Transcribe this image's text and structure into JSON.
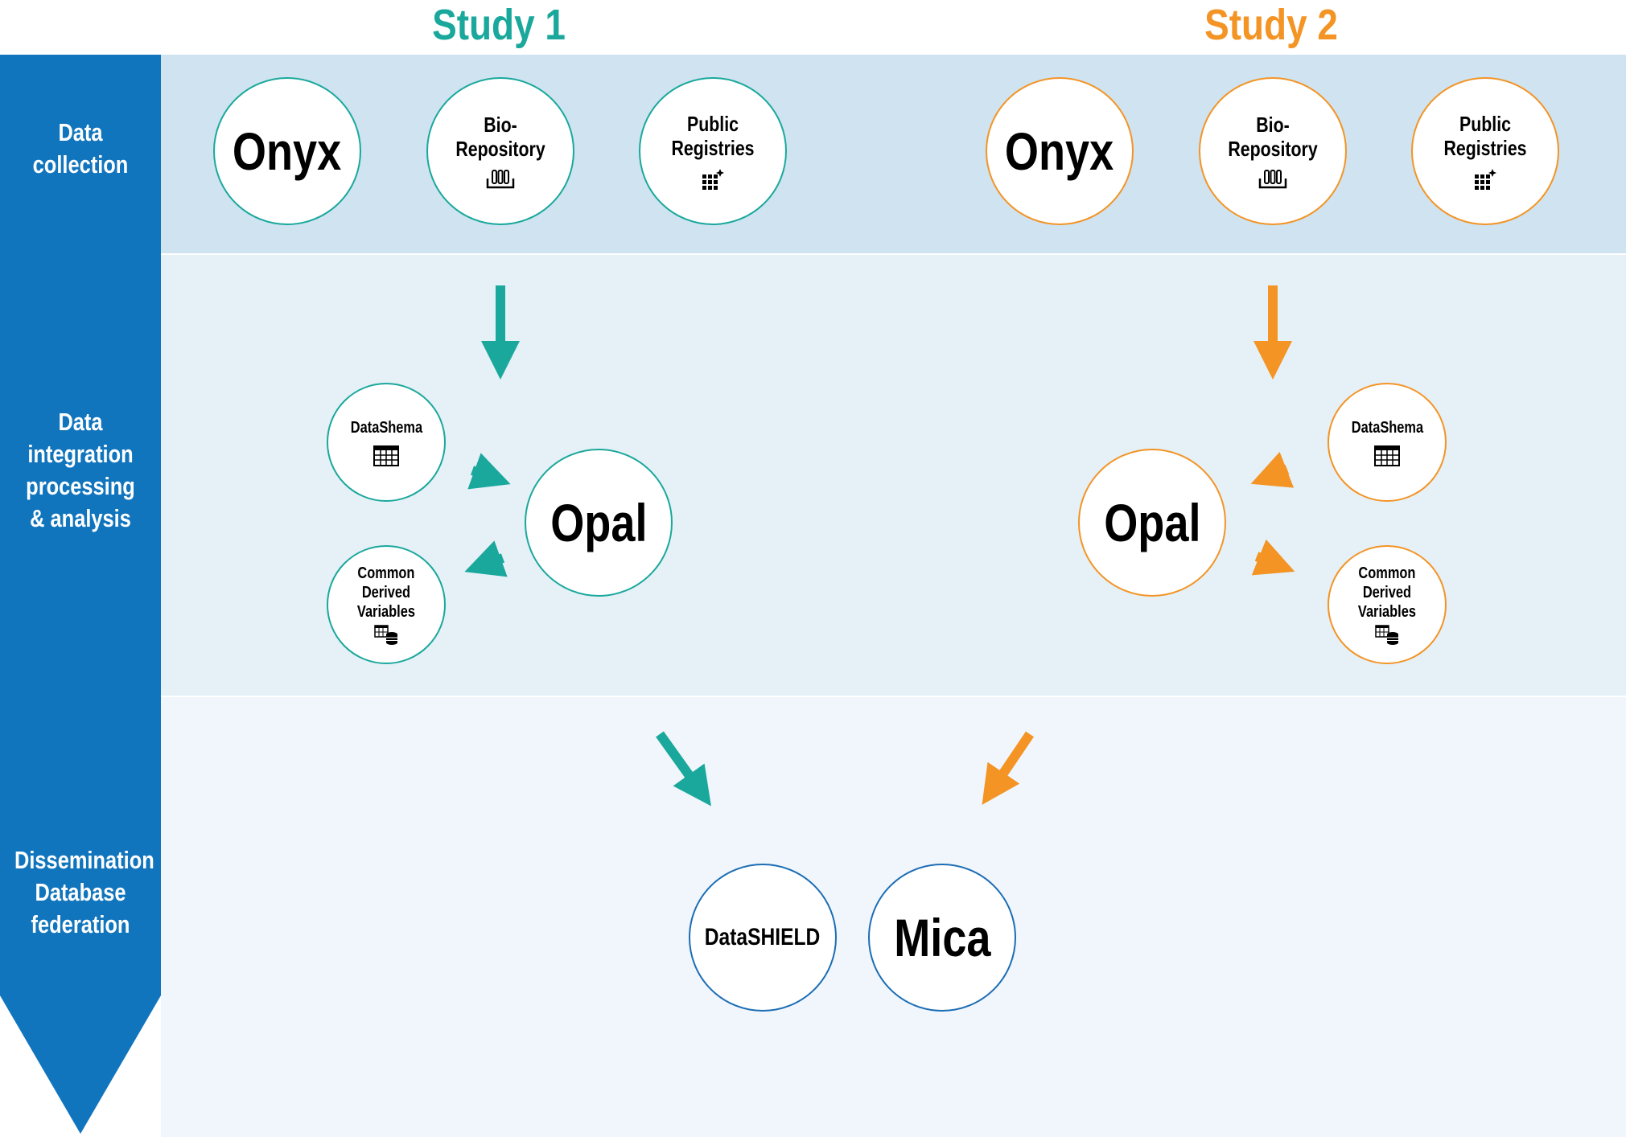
{
  "studies": {
    "study1": {
      "title": "Study 1",
      "color": "#1aa89c"
    },
    "study2": {
      "title": "Study 2",
      "color": "#f39425"
    }
  },
  "stages": [
    {
      "label": "Data\ncollection"
    },
    {
      "label": "Data\nintegration\nprocessing\n& analysis"
    },
    {
      "label": "Dissemination\nDatabase\nfederation"
    }
  ],
  "colors": {
    "sidebar": "#1175bd",
    "band_collection": "#cfe3f1",
    "band_integration": "#e5f0f7",
    "band_dissemination": "#f0f6fb",
    "federation_border": "#1b6db5"
  },
  "nodes": {
    "onyx": "Onyx",
    "bio_repository": "Bio-Repository",
    "public_registries": "Public Registries",
    "data_schema": "DataShema",
    "common_derived_variables": "Common\nDerived\nVariables",
    "opal": "Opal",
    "datashield": "DataSHIELD",
    "mica": "Mica"
  },
  "icons": {
    "bio_repository": "test-tubes-icon",
    "public_registries": "grid-sparkle-icon",
    "data_schema": "table-icon",
    "common_derived_variables": "table-database-icon"
  }
}
